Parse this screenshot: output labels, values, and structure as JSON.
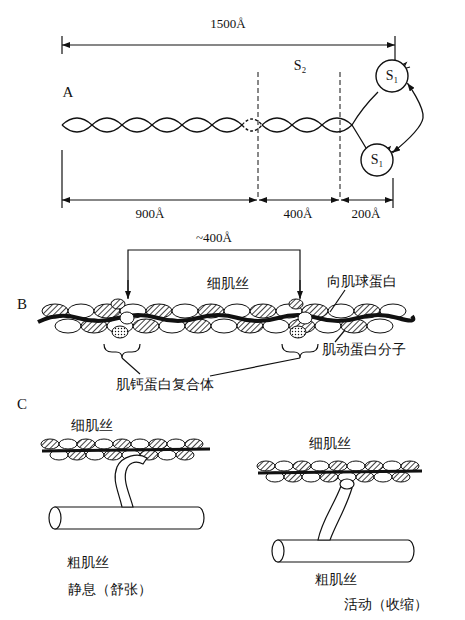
{
  "diagram": {
    "nodes": [
      {
        "text": [
          "S₁"
        ]
      },
      {
        "text": [
          "S₁"
        ]
      }
    ],
    "edges": [
      {
        "from": 0,
        "to": 1,
        "arrow": "both"
      }
    ],
    "labels": [
      "1500Å",
      "A",
      "S₂",
      "900Å",
      "400Å",
      "200Å",
      "~400Å",
      "细肌丝",
      "向肌球蛋白",
      "B",
      "肌动蛋白分子",
      "肌钙蛋白复合体",
      "C",
      "细肌丝",
      "细肌丝",
      "粗肌丝",
      "静息（舒张）",
      "粗肌丝",
      "活动（收缩）"
    ]
  }
}
